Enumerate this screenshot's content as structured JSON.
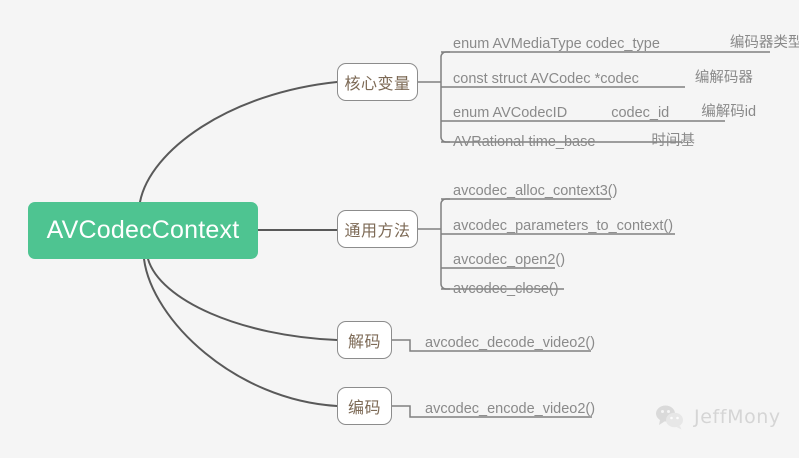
{
  "diagram": {
    "type": "mindmap",
    "background_color": "#f5f5f5",
    "root": {
      "label": "AVCodecContext",
      "fill_color": "#4ec491",
      "text_color": "#ffffff"
    },
    "branch_style": {
      "fill_color": "#ffffff",
      "border_color": "#8c8c8c",
      "text_color": "#7d6a56"
    },
    "leaf_text_color": "#8a8a8a",
    "edge_color": "#595959",
    "branches": [
      {
        "label": "核心变量",
        "leaves": [
          {
            "code": "enum AVMediaType codec_type",
            "note": "编码器类型"
          },
          {
            "code": "const struct AVCodec  *codec",
            "note": "编解码器"
          },
          {
            "code": "enum AVCodecID",
            "code2": "codec_id",
            "note": "编解码id"
          },
          {
            "code": "AVRational time_base",
            "note": "时间基"
          }
        ]
      },
      {
        "label": "通用方法",
        "leaves": [
          {
            "code": "avcodec_alloc_context3()",
            "note": ""
          },
          {
            "code": "avcodec_parameters_to_context()",
            "note": ""
          },
          {
            "code": "avcodec_open2()",
            "note": ""
          },
          {
            "code": "avcodec_close()",
            "note": ""
          }
        ]
      },
      {
        "label": "解码",
        "leaves": [
          {
            "code": "avcodec_decode_video2()",
            "note": ""
          }
        ]
      },
      {
        "label": "编码",
        "leaves": [
          {
            "code": "avcodec_encode_video2()",
            "note": ""
          }
        ]
      }
    ]
  },
  "watermark": {
    "text": "JeffMony",
    "icon": "wechat-icon"
  }
}
